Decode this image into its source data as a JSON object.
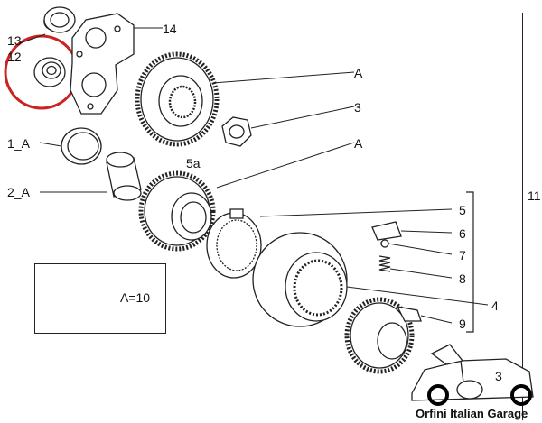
{
  "diagram": {
    "callouts": {
      "c13": "13",
      "c12": "12",
      "c14": "14",
      "cA1": "A",
      "c3": "3",
      "c1A": "1_A",
      "cA2": "A",
      "c5a": "5a",
      "c2A": "2_A",
      "c5": "5",
      "c6": "6",
      "c7": "7",
      "c8": "8",
      "c4": "4",
      "c9": "9",
      "c11": "11"
    },
    "legend": {
      "text": "A=10"
    },
    "inset": {
      "label": "3"
    },
    "highlight_color": "#cc2222"
  },
  "brand": {
    "text": "Orfini Italian Garage"
  }
}
